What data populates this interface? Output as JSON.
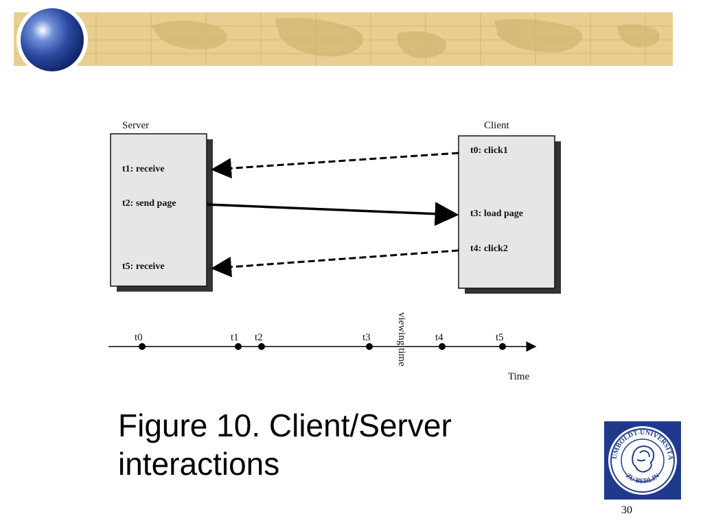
{
  "diagram": {
    "server_title": "Server",
    "client_title": "Client",
    "server_events": [
      "t1: receive",
      "t2: send page",
      "t5: receive"
    ],
    "client_events": [
      "t0: click1",
      "t3: load page",
      "t4: click2"
    ],
    "timeline_ticks": [
      "t0",
      "t1",
      "t2",
      "t3",
      "t4",
      "t5"
    ],
    "viewing_label": "viewing time",
    "time_label": "Time"
  },
  "caption": {
    "line1": "Figure 10. Client/Server",
    "line2": "interactions"
  },
  "seal": {
    "text_top": "HUMBOLDT-UNIVERSITÄT",
    "text_bottom": "ZU BERLIN",
    "color": "#1f3a8a"
  },
  "page_number": "30",
  "colors": {
    "banner": "#e8cf91",
    "banner_lines": "#c9ab66",
    "seal_blue": "#1f3a8a"
  }
}
